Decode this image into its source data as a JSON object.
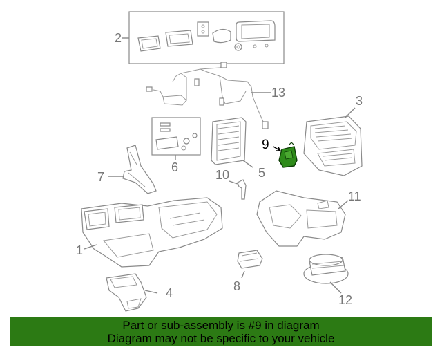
{
  "callouts": {
    "c1": "1",
    "c2": "2",
    "c3": "3",
    "c4": "4",
    "c5": "5",
    "c6": "6",
    "c7": "7",
    "c8": "8",
    "c9": "9",
    "c10": "10",
    "c11": "11",
    "c12": "12",
    "c13": "13"
  },
  "highlight_color": "#2e8b1a",
  "banner": {
    "line1": "Part or sub-assembly is #9 in diagram",
    "line2": "Diagram may not be specific to your vehicle",
    "background": "#2c7a14"
  }
}
